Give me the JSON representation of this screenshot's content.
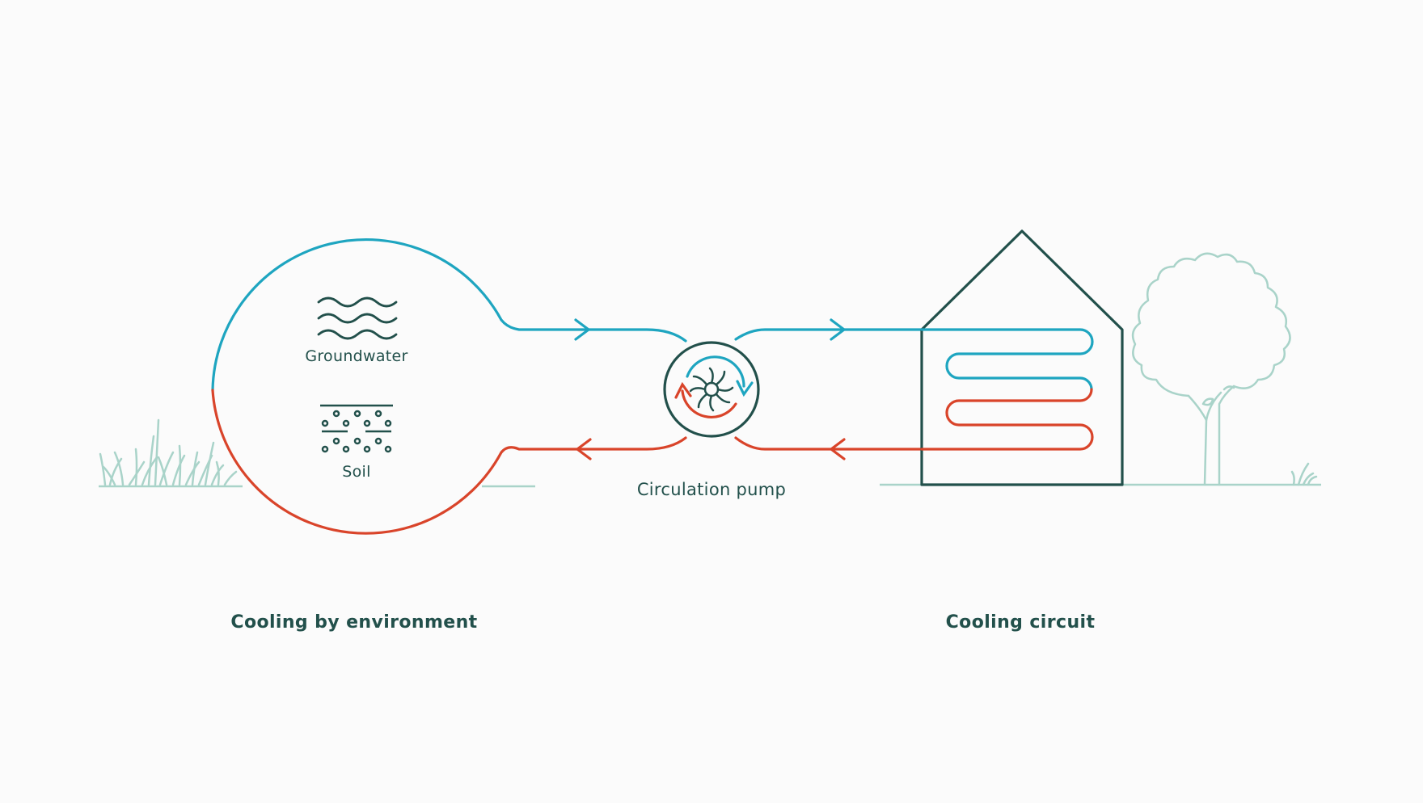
{
  "labels": {
    "groundwater": "Groundwater",
    "soil": "Soil",
    "pump": "Circulation pump",
    "environment": "Cooling by environment",
    "circuit": "Cooling circuit"
  },
  "colors": {
    "background": "#fbfbfb",
    "cold": "#1ea5c0",
    "warm": "#d9442a",
    "outline": "#22504b",
    "ground": "#a9d3c9",
    "tree": "#a9d3c9",
    "text": "#22504b"
  },
  "icons": [
    "water-waves-icon",
    "soil-icon",
    "pump-impeller-icon",
    "house-icon",
    "tree-icon",
    "grass-icon"
  ]
}
